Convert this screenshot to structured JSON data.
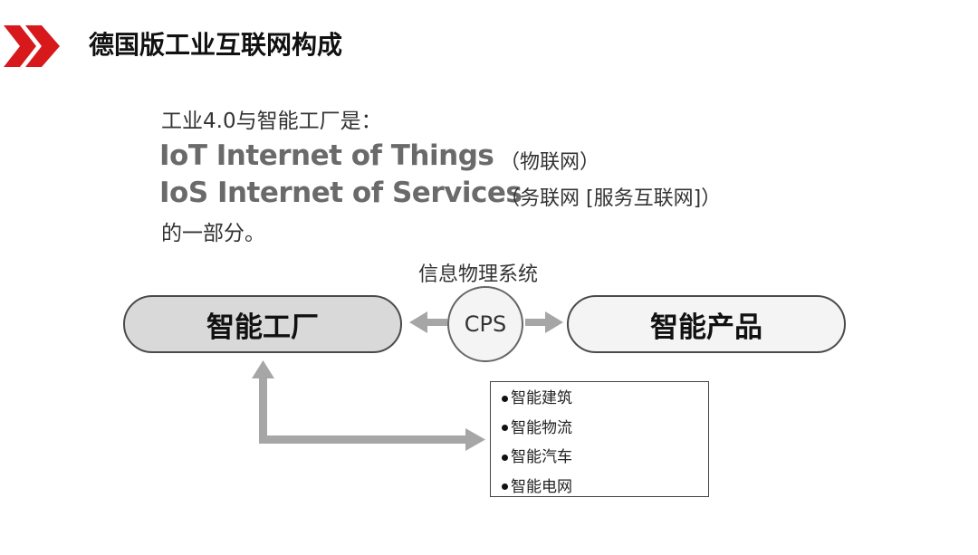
{
  "header": {
    "title": "德国版工业互联网构成",
    "accent": "#d7191c"
  },
  "intro": {
    "lead": "工业4.0与智能工厂是：",
    "terms": [
      {
        "term": "IoT Internet of Things",
        "note": "（物联网）"
      },
      {
        "term": "IoS Internet of Services",
        "note": "（务联网 [服务互联网]）"
      }
    ],
    "tail": "的一部分。"
  },
  "diagram": {
    "cps_caption": "信息物理系统",
    "cps_label": "CPS",
    "left_node": "智能工厂",
    "right_node": "智能产品",
    "applications": [
      "智能建筑",
      "智能物流",
      "智能汽车",
      "智能电网"
    ],
    "arrow_color": "#a6a6a6"
  }
}
